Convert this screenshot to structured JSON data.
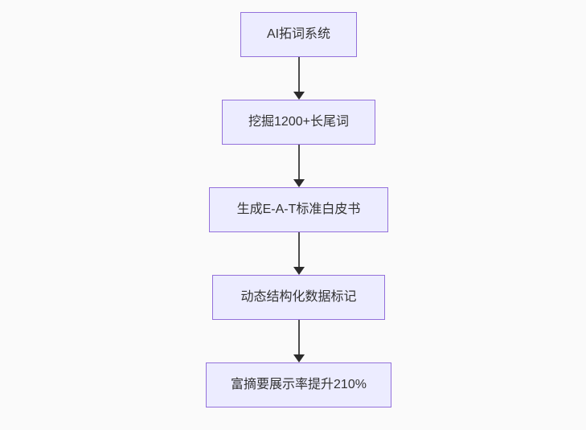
{
  "diagram": {
    "type": "flowchart",
    "direction": "top-down",
    "colors": {
      "background": "#fafafa",
      "node_fill": "#ECECFF",
      "node_border": "#9370DB",
      "node_text": "#333333",
      "edge_line": "#4d4d4d",
      "edge_arrowhead": "#2b2b2b"
    },
    "nodes": [
      {
        "id": "n1",
        "label": "AI拓词系统"
      },
      {
        "id": "n2",
        "label": "挖掘1200+长尾词"
      },
      {
        "id": "n3",
        "label": "生成E-A-T标准白皮书"
      },
      {
        "id": "n4",
        "label": "动态结构化数据标记"
      },
      {
        "id": "n5",
        "label": "富摘要展示率提升210%"
      }
    ],
    "edges": [
      {
        "from": "n1",
        "to": "n2"
      },
      {
        "from": "n2",
        "to": "n3"
      },
      {
        "from": "n3",
        "to": "n4"
      },
      {
        "from": "n4",
        "to": "n5"
      }
    ]
  }
}
